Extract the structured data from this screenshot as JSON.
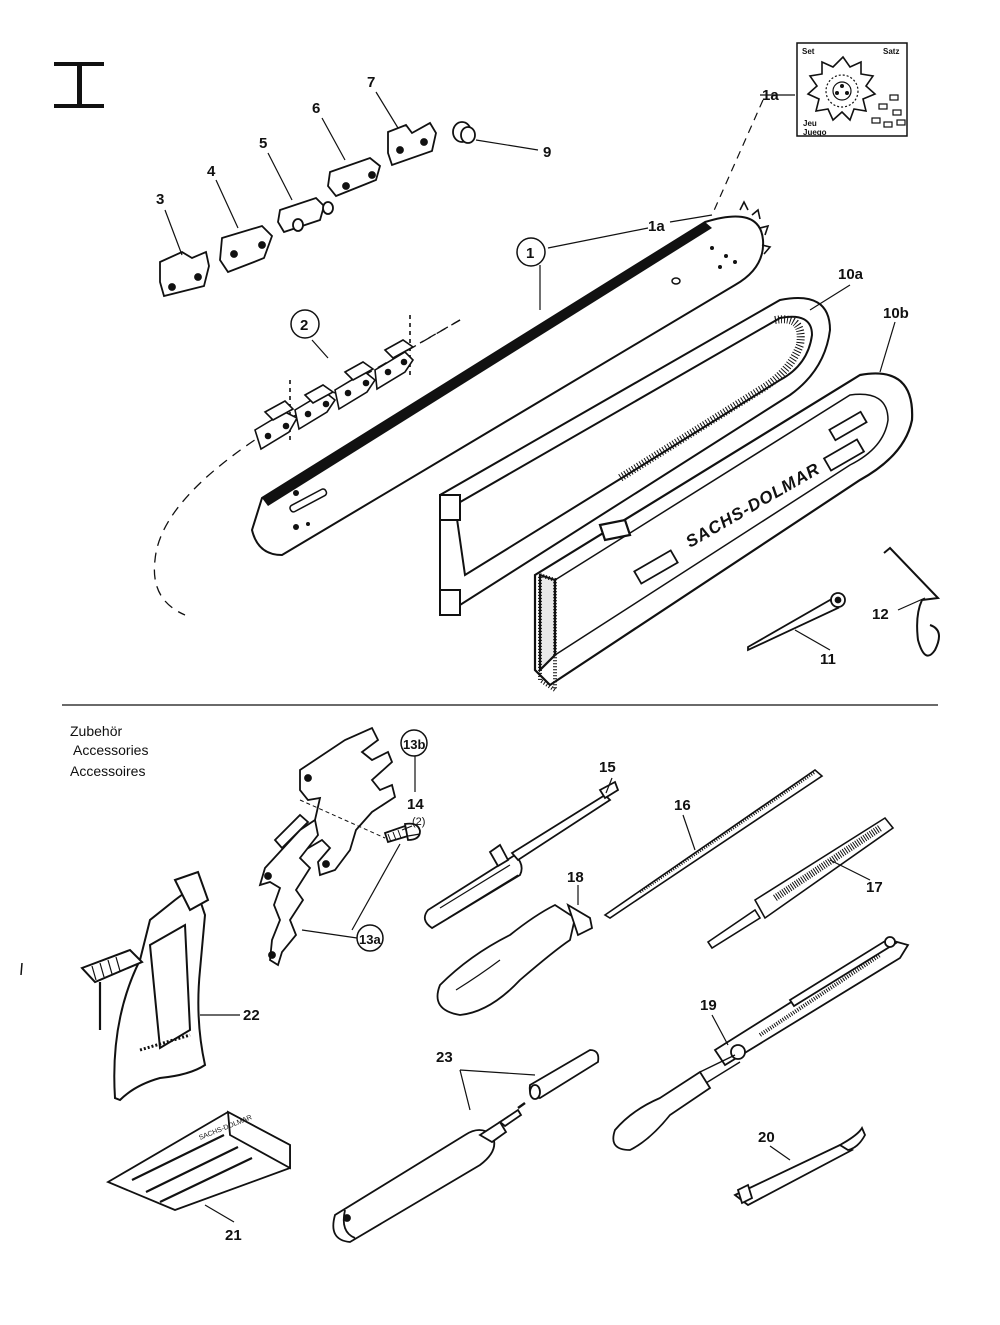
{
  "section_numeral": "I",
  "accessories": {
    "de": "Zubehör",
    "en": "Accessories",
    "fr": "Accessoires"
  },
  "brand_text": "SACHS-DOLMAR",
  "sprocket_box": {
    "set": "Set",
    "satz": "Satz",
    "jeu": "Jeu",
    "juego": "Juego"
  },
  "callouts": {
    "c1": "1",
    "c1a_top": "1a",
    "c1a_bar": "1a",
    "c2": "2",
    "c3": "3",
    "c4": "4",
    "c5": "5",
    "c6": "6",
    "c7": "7",
    "c9": "9",
    "c10a": "10a",
    "c10b": "10b",
    "c11": "11",
    "c12": "12",
    "c13a": "13a",
    "c13b": "13b",
    "c14": "14",
    "c14_qty": "(2)",
    "c15": "15",
    "c16": "16",
    "c17": "17",
    "c18": "18",
    "c19": "19",
    "c20": "20",
    "c21": "21",
    "c22": "22",
    "c23": "23"
  }
}
